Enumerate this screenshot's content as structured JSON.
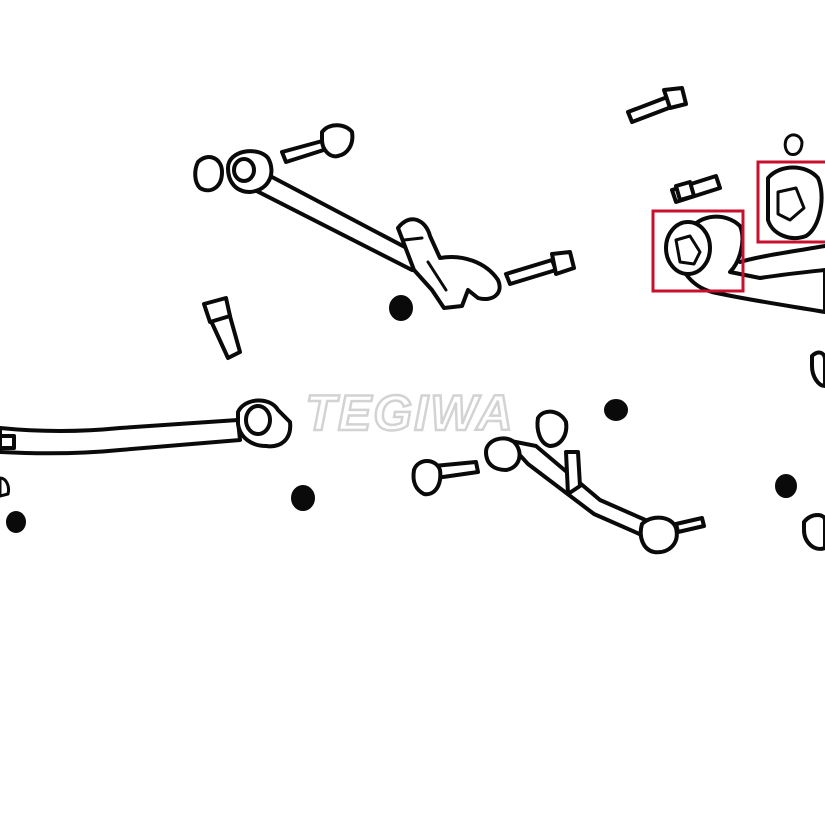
{
  "diagram": {
    "watermark_text": "TEGIWA",
    "highlight_color": "#c8102e",
    "line_color": "#0a0a0a",
    "background": "#ffffff",
    "highlighted_parts": [
      "bushing-front",
      "bushing-rear"
    ]
  }
}
